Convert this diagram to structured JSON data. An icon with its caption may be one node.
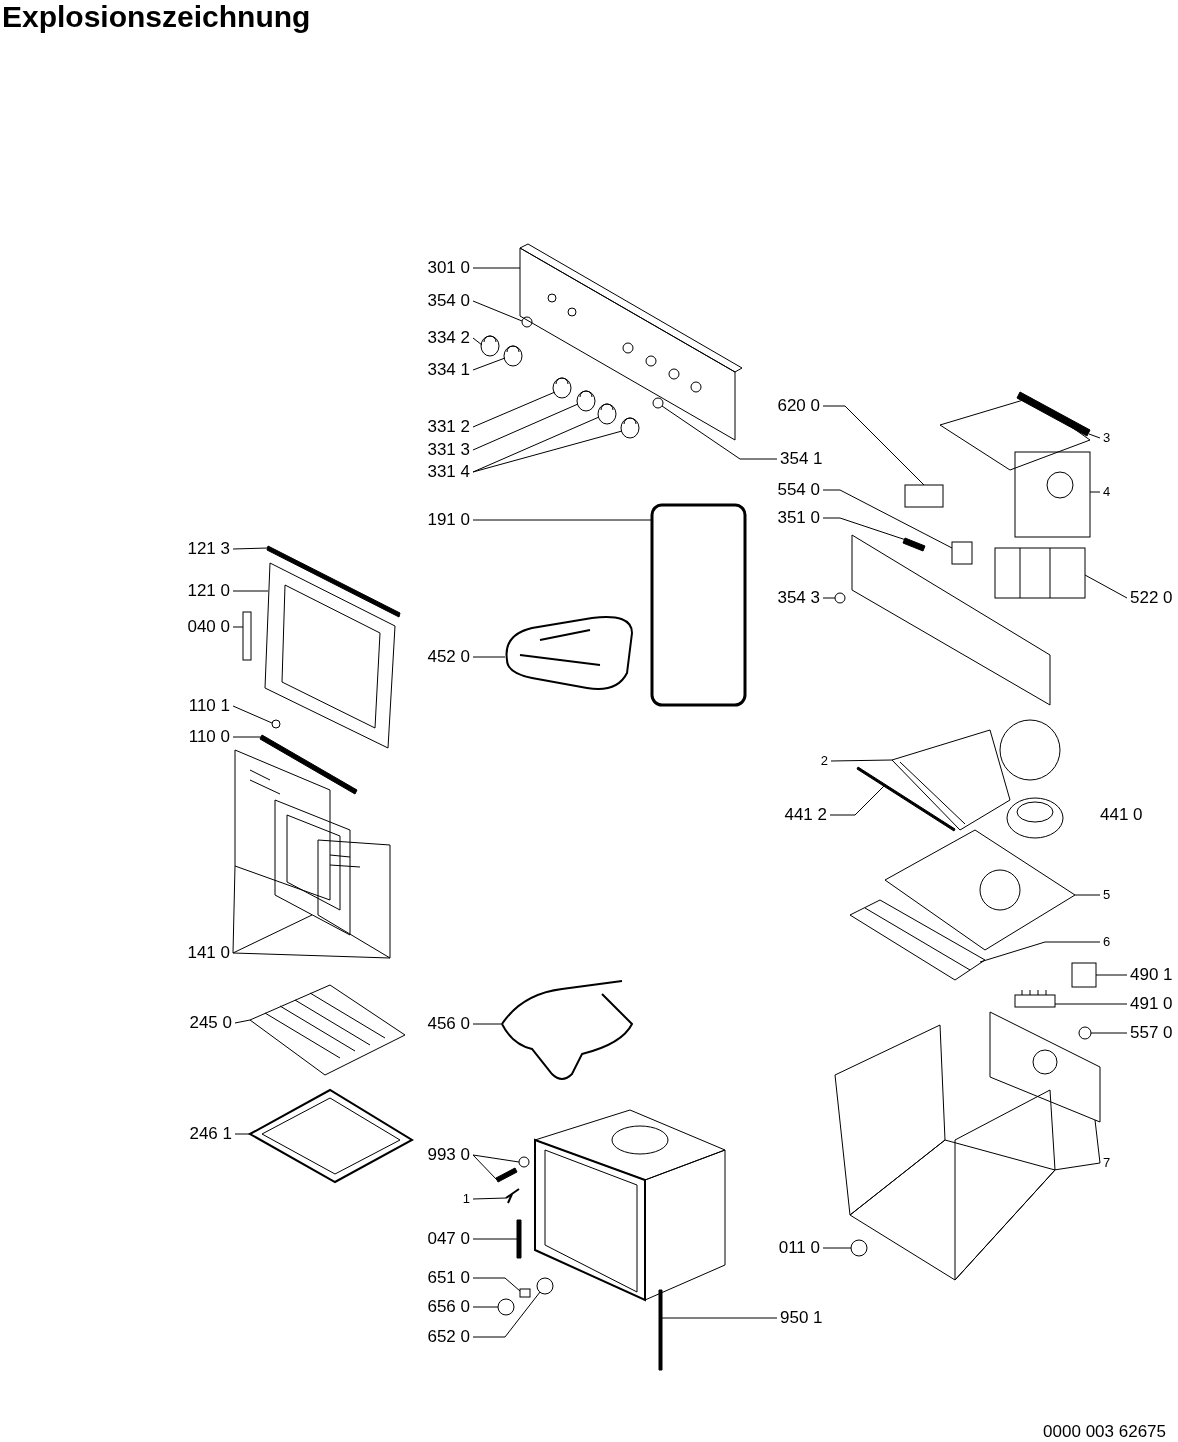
{
  "diagram": {
    "title": "Explosionszeichnung",
    "nodes": [
      {
        "text": [
          "301 0"
        ]
      },
      {
        "text": [
          "354 0"
        ]
      },
      {
        "text": [
          "334 2"
        ]
      },
      {
        "text": [
          "334 1"
        ]
      },
      {
        "text": [
          "331 2"
        ]
      },
      {
        "text": [
          "331 3"
        ]
      },
      {
        "text": [
          "331 4"
        ]
      },
      {
        "text": [
          "354 1"
        ]
      },
      {
        "text": [
          "620 0"
        ]
      },
      {
        "text": [
          "554 0"
        ]
      },
      {
        "text": [
          "351 0"
        ]
      },
      {
        "text": [
          "354 3"
        ]
      },
      {
        "text": [
          "3"
        ]
      },
      {
        "text": [
          "4"
        ]
      },
      {
        "text": [
          "522 0"
        ]
      },
      {
        "text": [
          "191 0"
        ]
      },
      {
        "text": [
          "121 3"
        ]
      },
      {
        "text": [
          "121 0"
        ]
      },
      {
        "text": [
          "040 0"
        ]
      },
      {
        "text": [
          "452 0"
        ]
      },
      {
        "text": [
          "110 1"
        ]
      },
      {
        "text": [
          "110 0"
        ]
      },
      {
        "text": [
          "2"
        ]
      },
      {
        "text": [
          "441 2"
        ]
      },
      {
        "text": [
          "5"
        ]
      },
      {
        "text": [
          "6"
        ]
      },
      {
        "text": [
          "141 0"
        ]
      },
      {
        "text": [
          "490 1"
        ]
      },
      {
        "text": [
          "491 0"
        ]
      },
      {
        "text": [
          "557 0"
        ]
      },
      {
        "text": [
          "245 0"
        ]
      },
      {
        "text": [
          "456 0"
        ]
      },
      {
        "text": [
          "246 1"
        ]
      },
      {
        "text": [
          "993 0"
        ]
      },
      {
        "text": [
          "7"
        ]
      },
      {
        "text": [
          "1"
        ]
      },
      {
        "text": [
          "047 0"
        ]
      },
      {
        "text": [
          "011 0"
        ]
      },
      {
        "text": [
          "651 0"
        ]
      },
      {
        "text": [
          "656 0"
        ]
      },
      {
        "text": [
          "652 0"
        ]
      },
      {
        "text": [
          "950 1"
        ]
      },
      {
        "text": [],
        "shape": "picture"
      },
      {
        "text": [],
        "shape": "circle"
      },
      {
        "text": [],
        "shape": "picture"
      },
      {
        "text": [],
        "shape": "picture"
      },
      {
        "text": [],
        "shape": "picture"
      },
      {
        "text": [],
        "shape": "picture"
      },
      {
        "text": [],
        "shape": "picture"
      },
      {
        "text": [],
        "shape": "picture"
      },
      {
        "text": [],
        "shape": "circle"
      },
      {
        "text": [],
        "shape": "box"
      },
      {
        "text": [],
        "shape": "box"
      },
      {
        "text": [],
        "shape": "bar"
      },
      {
        "text": [],
        "shape": "circle"
      },
      {
        "text": [],
        "shape": "bar"
      },
      {
        "text": [],
        "shape": "picture"
      },
      {
        "text": [],
        "shape": "picture"
      },
      {
        "text": [],
        "shape": "box"
      },
      {
        "text": [],
        "shape": "bar"
      },
      {
        "text": [],
        "shape": "picture"
      },
      {
        "text": [],
        "shape": "box"
      },
      {
        "text": [],
        "shape": "picture"
      },
      {
        "text": [],
        "shape": "circle"
      },
      {
        "text": [],
        "shape": "bar"
      },
      {
        "text": [],
        "shape": "picture"
      },
      {
        "text": [],
        "shape": "bar"
      },
      {
        "text": [],
        "shape": "picture"
      },
      {
        "text": [],
        "shape": "picture"
      },
      {
        "text": [],
        "shape": "picture"
      },
      {
        "text": [],
        "shape": "picture"
      },
      {
        "text": [],
        "shape": "picture"
      },
      {
        "text": [],
        "shape": "box"
      },
      {
        "text": [],
        "shape": "picture"
      },
      {
        "text": [],
        "shape": "circle"
      },
      {
        "text": [],
        "shape": "picture"
      },
      {
        "text": [],
        "shape": "picture"
      },
      {
        "text": [],
        "shape": "picture"
      },
      {
        "text": [],
        "shape": "circle"
      },
      {
        "text": [],
        "shape": "bar"
      },
      {
        "text": [],
        "shape": "picture"
      },
      {
        "text": [],
        "shape": "picture"
      },
      {
        "text": [],
        "shape": "picture"
      },
      {
        "text": [],
        "shape": "bar"
      },
      {
        "text": [],
        "shape": "circle"
      },
      {
        "text": [],
        "shape": "box"
      },
      {
        "text": [],
        "shape": "circle"
      },
      {
        "text": [],
        "shape": "circle"
      },
      {
        "text": [],
        "shape": "bar"
      }
    ],
    "edges": [
      {
        "from": 0,
        "to": 42,
        "arrow": "none"
      },
      {
        "from": 1,
        "to": 43,
        "arrow": "none"
      },
      {
        "from": 2,
        "to": 44,
        "arrow": "none"
      },
      {
        "from": 3,
        "to": 45,
        "arrow": "none"
      },
      {
        "from": 4,
        "to": 46,
        "arrow": "none"
      },
      {
        "from": 5,
        "to": 47,
        "arrow": "none"
      },
      {
        "from": 6,
        "to": 48,
        "arrow": "none"
      },
      {
        "from": 6,
        "to": 49,
        "arrow": "none"
      },
      {
        "from": 7,
        "to": 50,
        "arrow": "none"
      },
      {
        "from": 8,
        "to": 51,
        "arrow": "none"
      },
      {
        "from": 9,
        "to": 52,
        "arrow": "none"
      },
      {
        "from": 10,
        "to": 53,
        "arrow": "none"
      },
      {
        "from": 11,
        "to": 54,
        "arrow": "none"
      },
      {
        "from": 12,
        "to": 55,
        "arrow": "none"
      },
      {
        "from": 13,
        "to": 56,
        "arrow": "none"
      },
      {
        "from": 14,
        "to": 57,
        "arrow": "none"
      },
      {
        "from": 15,
        "to": 58,
        "arrow": "none"
      },
      {
        "from": 16,
        "to": 59,
        "arrow": "none"
      },
      {
        "from": 17,
        "to": 60,
        "arrow": "none"
      },
      {
        "from": 18,
        "to": 61,
        "arrow": "none"
      },
      {
        "from": 19,
        "to": 62,
        "arrow": "none"
      },
      {
        "from": 20,
        "to": 63,
        "arrow": "none"
      },
      {
        "from": 21,
        "to": 64,
        "arrow": "none"
      },
      {
        "from": 22,
        "to": 65,
        "arrow": "none"
      },
      {
        "from": 23,
        "to": 66,
        "arrow": "none"
      },
      {
        "from": 24,
        "to": 67,
        "arrow": "none"
      },
      {
        "from": 25,
        "to": 68,
        "arrow": "none"
      },
      {
        "from": 26,
        "to": 69,
        "arrow": "none"
      },
      {
        "from": 26,
        "to": 70,
        "arrow": "none"
      },
      {
        "from": 26,
        "to": 71,
        "arrow": "none"
      },
      {
        "from": 27,
        "to": 72,
        "arrow": "none"
      },
      {
        "from": 28,
        "to": 73,
        "arrow": "none"
      },
      {
        "from": 29,
        "to": 74,
        "arrow": "none"
      },
      {
        "from": 30,
        "to": 75,
        "arrow": "none"
      },
      {
        "from": 31,
        "to": 76,
        "arrow": "none"
      },
      {
        "from": 32,
        "to": 77,
        "arrow": "none"
      },
      {
        "from": 33,
        "to": 78,
        "arrow": "none"
      },
      {
        "from": 33,
        "to": 79,
        "arrow": "none"
      },
      {
        "from": 34,
        "to": 80,
        "arrow": "none"
      },
      {
        "from": 34,
        "to": 81,
        "arrow": "none"
      },
      {
        "from": 35,
        "to": 82,
        "arrow": "none"
      },
      {
        "from": 36,
        "to": 83,
        "arrow": "none"
      },
      {
        "from": 37,
        "to": 84,
        "arrow": "none"
      },
      {
        "from": 38,
        "to": 85,
        "arrow": "none"
      },
      {
        "from": 39,
        "to": 86,
        "arrow": "none"
      },
      {
        "from": 40,
        "to": 87,
        "arrow": "none"
      },
      {
        "from": 41,
        "to": 88,
        "arrow": "none"
      }
    ],
    "labels": [
      "441 0",
      "0000 003 62675"
    ]
  }
}
